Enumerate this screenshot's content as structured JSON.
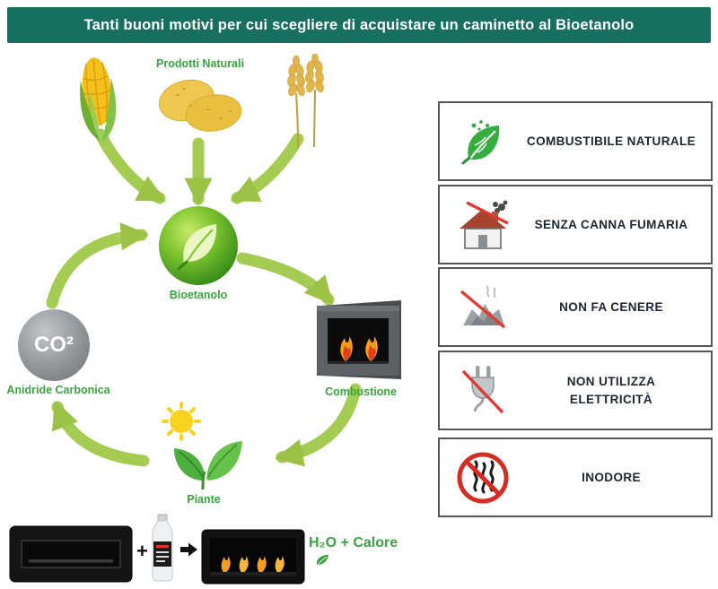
{
  "header": {
    "title": "Tanti buoni motivi per cui scegliere di acquistare un caminetto al Bioetanolo"
  },
  "cycle": {
    "products_label": "Prodotti Naturali",
    "product_icons": [
      "corn-icon",
      "potatoes-icon",
      "wheat-icon"
    ],
    "bioethanol": {
      "label": "Bioetanolo",
      "icon": "bioethanol-leaf-circle-icon"
    },
    "combustion": {
      "label": "Combustione",
      "icon": "fireplace-icon"
    },
    "plants": {
      "label": "Piante",
      "icon": "plant-sun-icon"
    },
    "co2": {
      "label": "Anidride Carbonica",
      "icon": "co2-circle-icon",
      "symbol": "CO²"
    }
  },
  "equation": {
    "plus": "+",
    "result": "H₂O + Calore",
    "icons": [
      "empty-burner-icon",
      "ethanol-bottle-icon",
      "black-arrow-icon",
      "burning-fireplace-icon",
      "small-leaf-icon"
    ]
  },
  "features": [
    {
      "icon": "natural-fuel-leaf-icon",
      "label": "COMBUSTIBILE NATURALE"
    },
    {
      "icon": "no-chimney-house-icon",
      "label": "SENZA CANNA FUMARIA"
    },
    {
      "icon": "no-ash-icon",
      "label": "NON FA CENERE"
    },
    {
      "icon": "no-electricity-plug-icon",
      "label": "NON UTILIZZA ELETTRICITÀ"
    },
    {
      "icon": "no-odor-icon",
      "label": "INODORE"
    }
  ],
  "colors": {
    "header_bg": "#17705f",
    "label_green": "#3aa23f",
    "arrow_green": "#a4cc52",
    "prohibition_red": "#d62d23",
    "feature_text": "#1c2533"
  }
}
